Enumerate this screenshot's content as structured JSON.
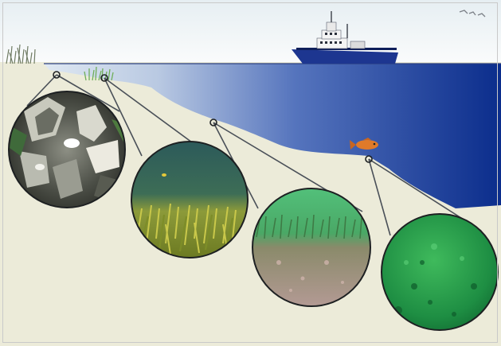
{
  "scene": {
    "colors": {
      "sky_top": "#e6eef2",
      "sky_bottom": "#fbfcfc",
      "sea_shallow": "#dfe8f2",
      "sea_deep": "#0b2d8c",
      "seabed": "#ecebd9",
      "link_line": "#4a5058",
      "lens_rim": "#1d2022",
      "ship_hull": "#1d3690",
      "ship_superstructure": "#f4f4f4",
      "fish": "#e07a2a"
    },
    "habitats": [
      {
        "name": "oyster-reef",
        "icon": "oyster-rock-photo"
      },
      {
        "name": "seagrass-bed",
        "icon": "seagrass-photo"
      },
      {
        "name": "algae-sand-bottom",
        "icon": "green-algae-sand-photo"
      },
      {
        "name": "deep-green-bottom",
        "icon": "deep-seafloor-photo"
      }
    ],
    "icons": [
      "ship-icon",
      "fish-icon",
      "bird-icon",
      "marsh-grass-icon"
    ]
  }
}
